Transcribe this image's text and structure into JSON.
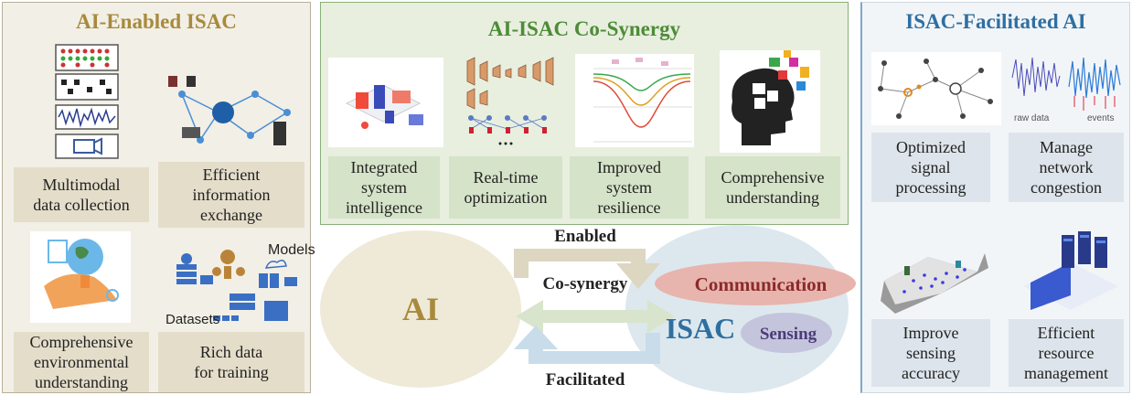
{
  "left": {
    "title": "AI-Enabled ISAC",
    "items": [
      {
        "label": "Multimodal\ndata collection"
      },
      {
        "label": "Efficient\ninformation\nexchange"
      },
      {
        "label": "Comprehensive\nenvironmental\nunderstanding"
      },
      {
        "label": "Rich data\nfor training"
      }
    ],
    "models_text": "Models",
    "datasets_text": "Datasets"
  },
  "top": {
    "title": "AI-ISAC Co-Synergy",
    "items": [
      {
        "label": "Integrated\nsystem\nintelligence"
      },
      {
        "label": "Real-time\noptimization"
      },
      {
        "label": "Improved\nsystem\nresilience"
      },
      {
        "label": "Comprehensive\nunderstanding"
      }
    ]
  },
  "right": {
    "title": "ISAC-Facilitated AI",
    "items": [
      {
        "label": "Optimized\nsignal\nprocessing"
      },
      {
        "label": "Manage\nnetwork\ncongestion"
      },
      {
        "label": "Improve\nsensing\naccuracy"
      },
      {
        "label": "Efficient\nresource\nmanagement"
      }
    ],
    "raw_data_text": "raw data",
    "events_text": "events"
  },
  "center": {
    "enabled": "Enabled",
    "cosynergy": "Co-synergy",
    "facilitated": "Facilitated",
    "ai": "AI",
    "isac": "ISAC",
    "communication": "Communication",
    "sensing": "Sensing"
  },
  "colors": {
    "left_title": "#a88a3c",
    "top_title": "#4e8c38",
    "right_title": "#2f6fa0",
    "ai_text": "#a88a3c",
    "isac_text": "#2f6fa0",
    "communication_text": "#8b2a2a",
    "sensing_text": "#4a3c7a"
  }
}
